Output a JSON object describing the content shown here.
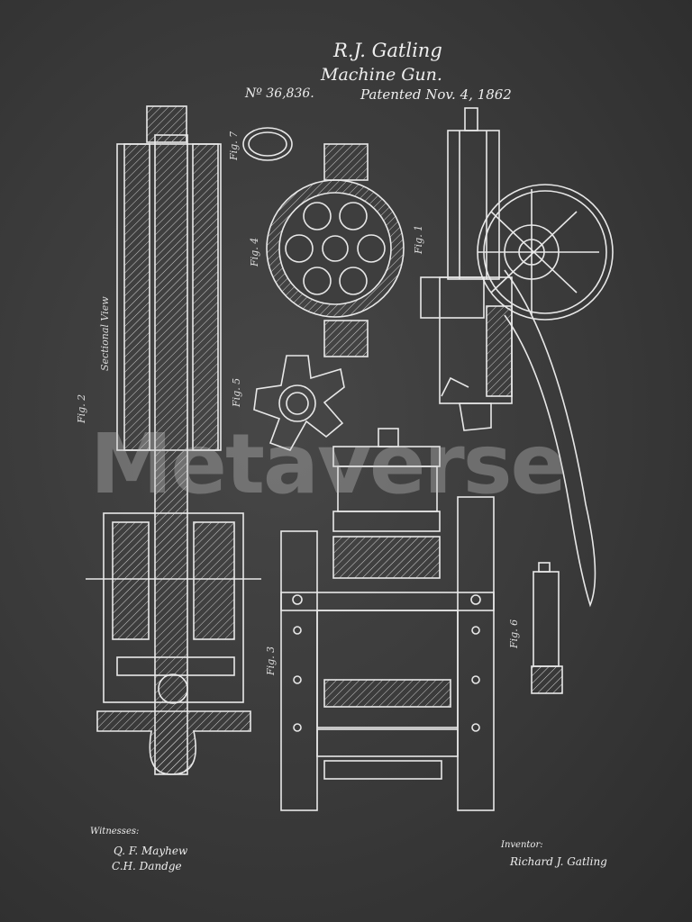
{
  "header": {
    "title": "R.J. Gatling",
    "subtitle": "Machine Gun.",
    "patent_number": "Nº 36,836.",
    "patented": "Patented Nov. 4, 1862"
  },
  "figures": {
    "fig1": "Fig. 1",
    "fig2": "Fig. 2",
    "fig2_note": "Sectional View",
    "fig3": "Fig. 3",
    "fig4": "Fig. 4",
    "fig5": "Fig. 5",
    "fig6": "Fig. 6",
    "fig7": "Fig. 7"
  },
  "footer": {
    "witnesses_label": "Witnesses:",
    "witness_1": "Q. F. Mayhew",
    "witness_2": "C.H. Dandge",
    "inventor_label": "Inventor:",
    "inventor_signature": "Richard J. Gatling"
  },
  "watermark": "Metaverse"
}
